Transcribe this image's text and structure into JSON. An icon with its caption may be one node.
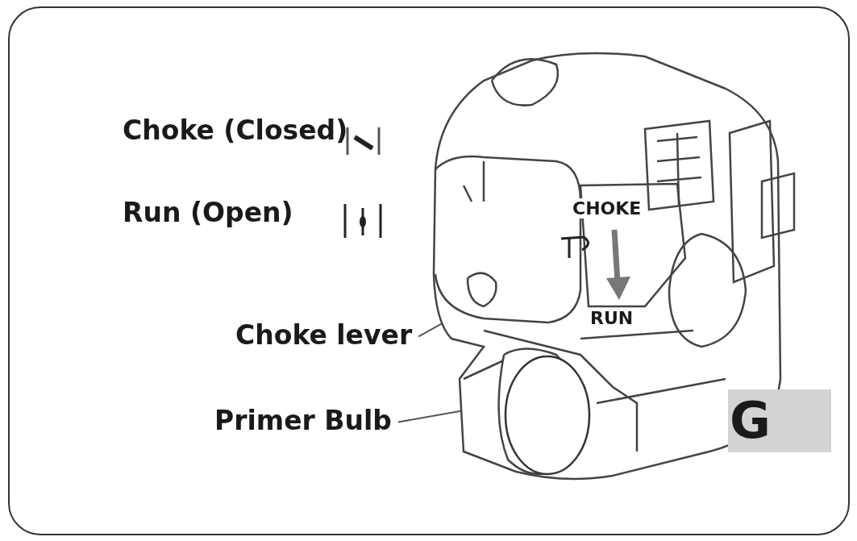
{
  "diagram": {
    "nodes": [
      {
        "text": [
          "Choke lever"
        ]
      },
      {
        "text": [],
        "shape": "lever"
      },
      {
        "text": [
          "Primer Bulb"
        ]
      },
      {
        "text": [],
        "shape": "bulb"
      }
    ],
    "edges": [
      {
        "from": 0,
        "to": 1,
        "arrow": "none"
      },
      {
        "from": 2,
        "to": 3,
        "arrow": "none"
      }
    ],
    "labels": [
      "Choke (Closed)",
      "Run (Open)",
      "CHOKE",
      "RUN",
      "G"
    ]
  }
}
